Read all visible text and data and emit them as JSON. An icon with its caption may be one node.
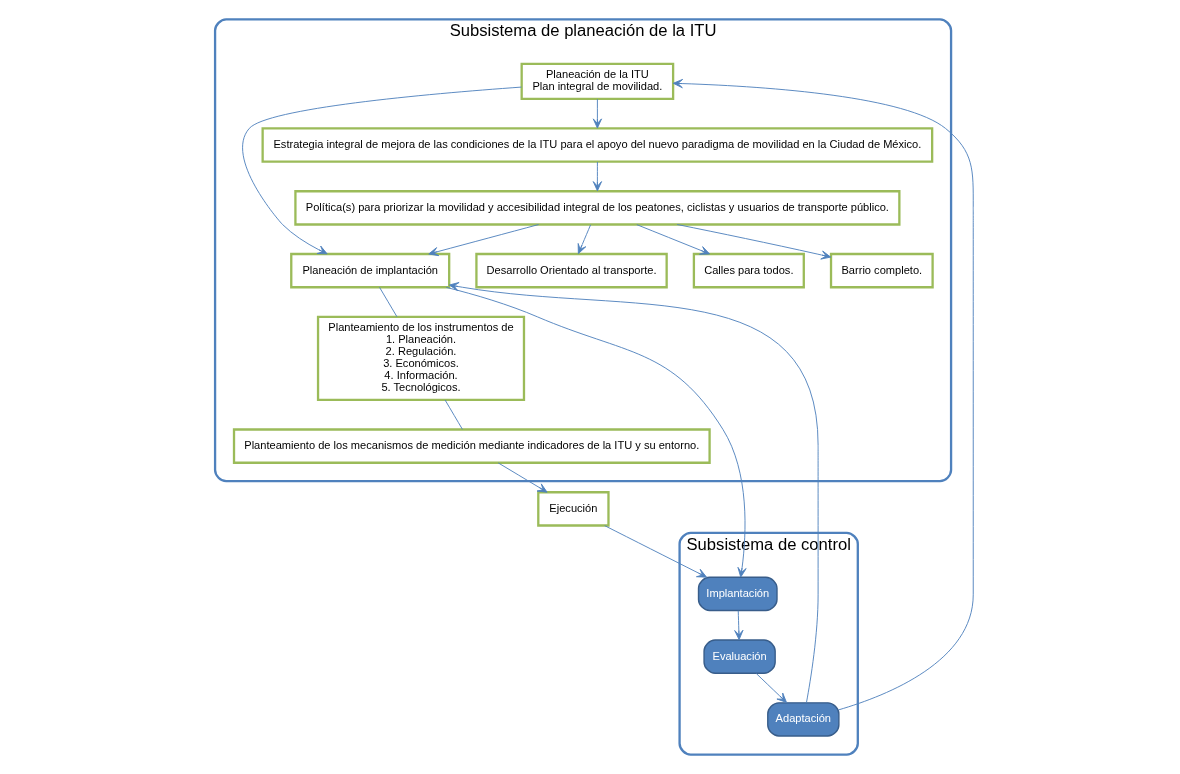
{
  "diagram": {
    "nodes": [
      {
        "text": [
          "Subsistema de planeación de la ITU"
        ]
      },
      {
        "text": [
          "Planeación de la ITU",
          "Plan integral de movilidad."
        ],
        "in": 0
      },
      {
        "text": [
          "Planeación de implantación"
        ],
        "in": 0
      },
      {
        "text": [
          "Estrategia integral de mejora de las condiciones de la ITU para el apoyo del nuevo paradigma de movilidad en la Ciudad de México."
        ],
        "in": 0
      },
      {
        "text": [
          "Política(s) para priorizar la movilidad y accesibilidad integral de los peatones, ciclistas y usuarios de transporte público."
        ],
        "in": 0
      },
      {
        "text": [
          "Desarrollo Orientado al transporte."
        ],
        "in": 0
      },
      {
        "text": [
          "Calles para todos."
        ],
        "in": 0
      },
      {
        "text": [
          "Barrio completo."
        ],
        "in": 0
      },
      {
        "text": [
          "Planteamiento de los instrumentos de",
          "1. Planeación.",
          "2. Regulación.",
          "3. Económicos.",
          "4. Información.",
          "5. Tecnológicos."
        ],
        "in": 0
      },
      {
        "text": [
          "Planteamiento de los mecanismos de medición mediante indicadores de la ITU y su entorno."
        ],
        "in": 0
      },
      {
        "text": [
          "Subsistema de control"
        ]
      },
      {
        "text": [
          "Adaptación"
        ],
        "in": 10
      },
      {
        "text": [
          "Implantación"
        ],
        "in": 10
      },
      {
        "text": [
          "Evaluación"
        ],
        "in": 10
      },
      {
        "text": [
          "Ejecución"
        ]
      }
    ],
    "edges": [
      {
        "from": 1,
        "to": 2,
        "arrow": "to"
      },
      {
        "from": 1,
        "to": 3,
        "arrow": "to"
      },
      {
        "from": 3,
        "to": 4,
        "arrow": "to"
      },
      {
        "from": 4,
        "to": 2,
        "arrow": "to"
      },
      {
        "from": 4,
        "to": 5,
        "arrow": "to"
      },
      {
        "from": 4,
        "to": 6,
        "arrow": "to"
      },
      {
        "from": 4,
        "to": 7,
        "arrow": "to"
      },
      {
        "from": 2,
        "to": 8,
        "arrow": "none"
      },
      {
        "from": 8,
        "to": 9,
        "arrow": "none"
      },
      {
        "from": 9,
        "to": 14,
        "arrow": "to"
      },
      {
        "from": 2,
        "to": 12,
        "arrow": "to"
      },
      {
        "from": 14,
        "to": 12,
        "arrow": "to"
      },
      {
        "from": 12,
        "to": 13,
        "arrow": "to"
      },
      {
        "from": 13,
        "to": 11,
        "arrow": "to"
      },
      {
        "from": 11,
        "to": 1,
        "arrow": "to"
      },
      {
        "from": 11,
        "to": 2,
        "arrow": "to"
      }
    ]
  }
}
